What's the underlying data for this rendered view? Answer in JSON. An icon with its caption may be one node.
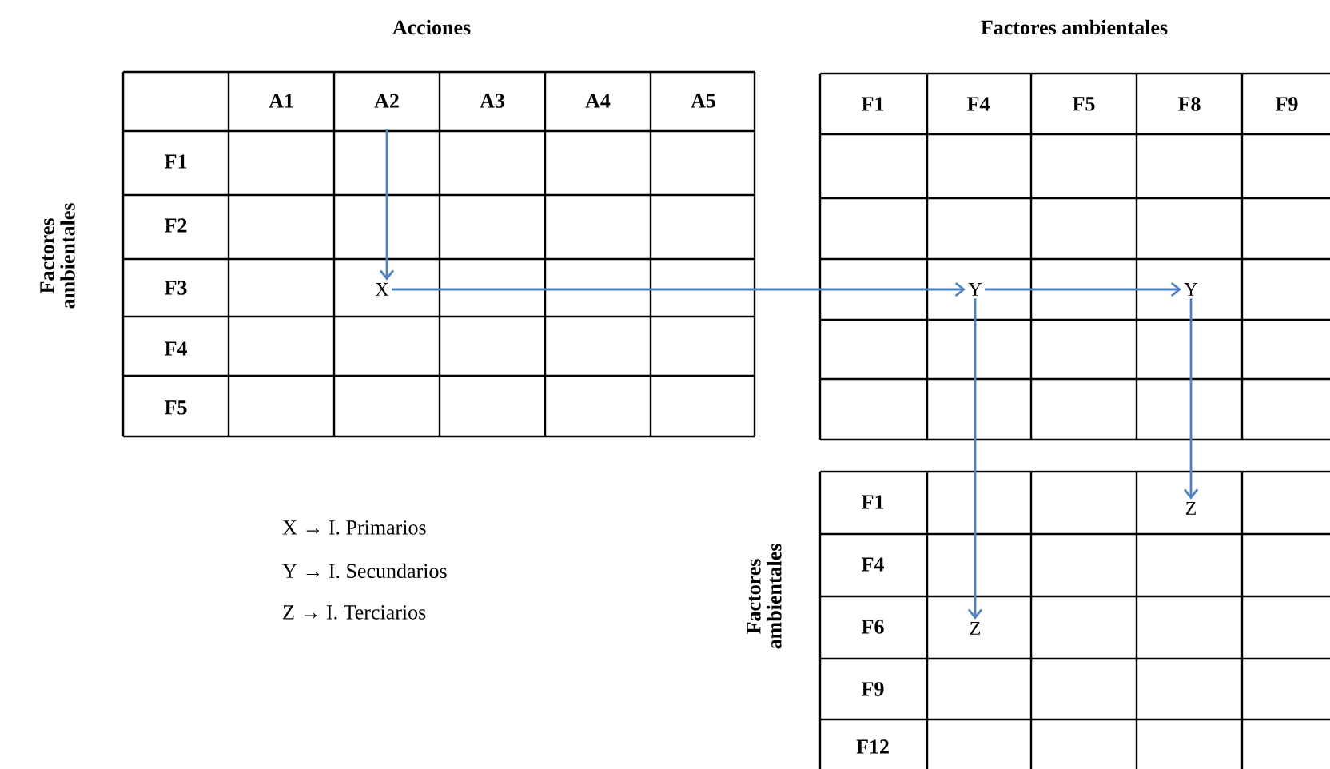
{
  "diagram": {
    "nodes": [
      {
        "text": [
          "A2"
        ]
      },
      {
        "text": [
          "X"
        ]
      },
      {
        "text": [
          "Y"
        ]
      },
      {
        "text": [
          "Y"
        ]
      },
      {
        "text": [
          "Z"
        ]
      },
      {
        "text": [
          "Z"
        ]
      }
    ],
    "edges": [
      {
        "from": 0,
        "to": 1,
        "arrow": "to"
      },
      {
        "from": 1,
        "to": 2,
        "arrow": "to"
      },
      {
        "from": 2,
        "to": 3,
        "arrow": "to"
      },
      {
        "from": 3,
        "to": 4,
        "arrow": "to"
      },
      {
        "from": 2,
        "to": 5,
        "arrow": "to"
      }
    ],
    "labels": [
      "Acciones",
      "Factores ambientales",
      "Factores ambientales",
      "A1",
      "A3",
      "A4",
      "A5",
      "F1",
      "F2",
      "F3",
      "F4",
      "F5",
      "F1",
      "F4",
      "F5",
      "F8",
      "F9",
      "X → I. Primarios",
      "Y → I. Secundarios",
      "Z → I. Terciarios",
      "Factores ambientales",
      "F1",
      "F4",
      "F6",
      "F9",
      "F12"
    ]
  }
}
